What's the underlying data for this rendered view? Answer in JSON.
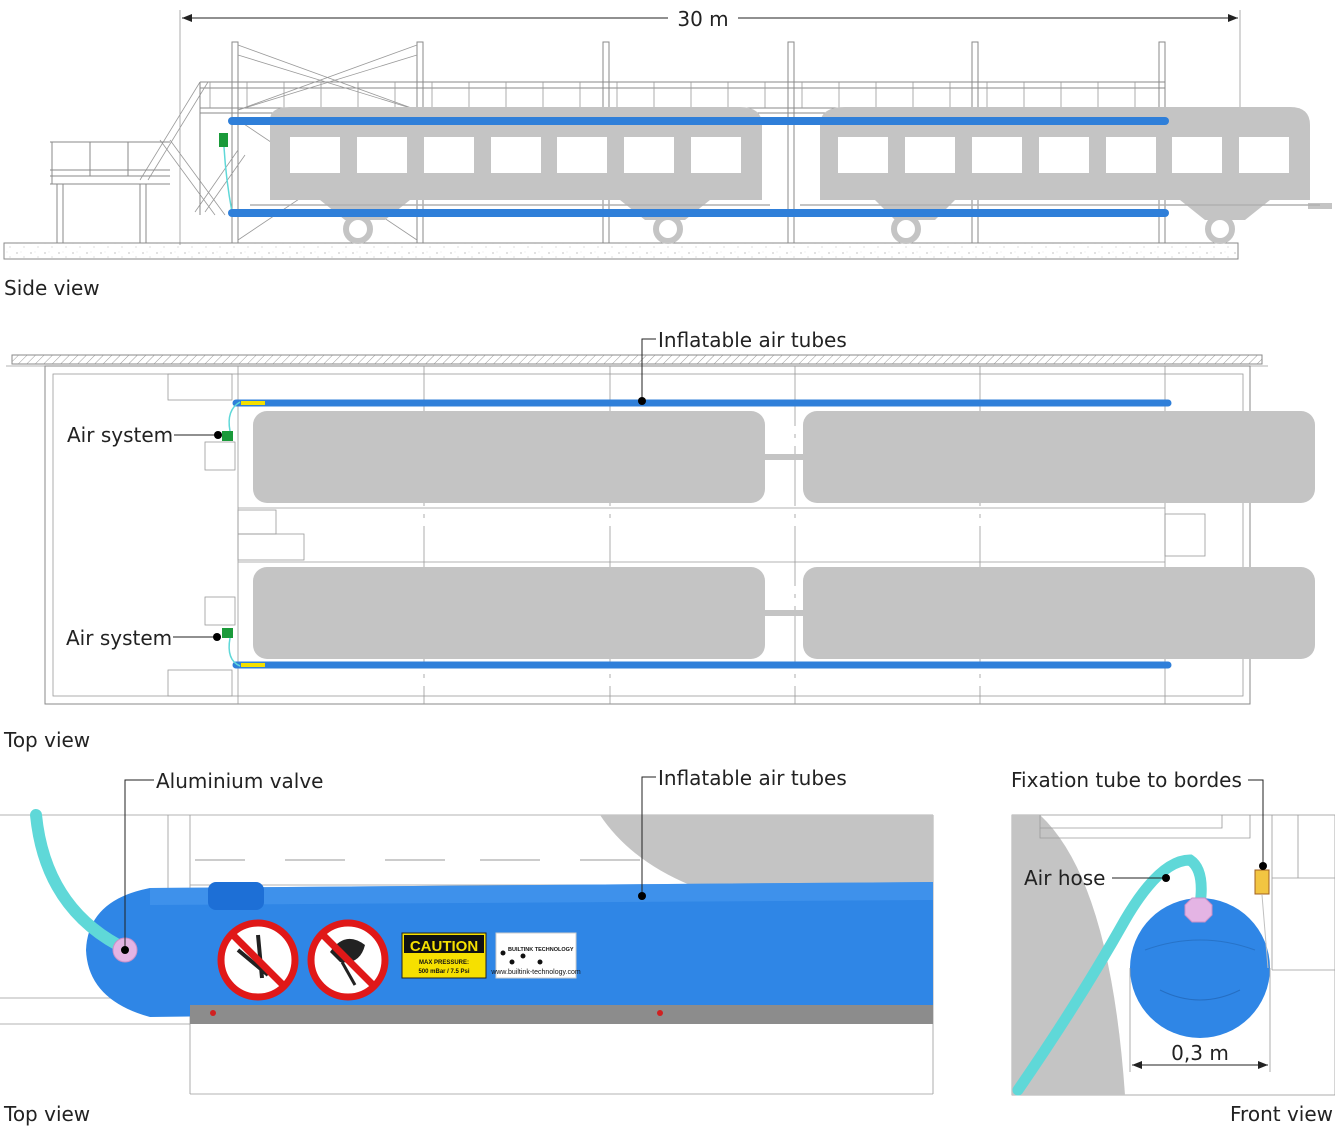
{
  "dimensions": {
    "length": "30 m",
    "tube_diameter": "0,3 m"
  },
  "views": {
    "side": "Side view",
    "top": "Top view",
    "detail_top": "Top view",
    "front": "Front view"
  },
  "labels": {
    "inflatable_tubes": "Inflatable air tubes",
    "air_system": "Air system",
    "aluminium_valve": "Aluminium valve",
    "fixation_tube": "Fixation tube to bordes",
    "air_hose": "Air hose"
  },
  "sticker": {
    "caution_title": "CAUTION",
    "caution_line1": "MAX PRESSURE:",
    "caution_line2": "500 mBar / 7.5 Psi",
    "brand": "BUILTINK TECHNOLOGY",
    "website": "www.builtink-technology.com"
  },
  "colors": {
    "tube": "#2f7fd9",
    "hose": "#5fd8d8",
    "wagon": "#c4c4c4",
    "valve": "#e4b4e4",
    "air_system": "#1a9a3a"
  }
}
